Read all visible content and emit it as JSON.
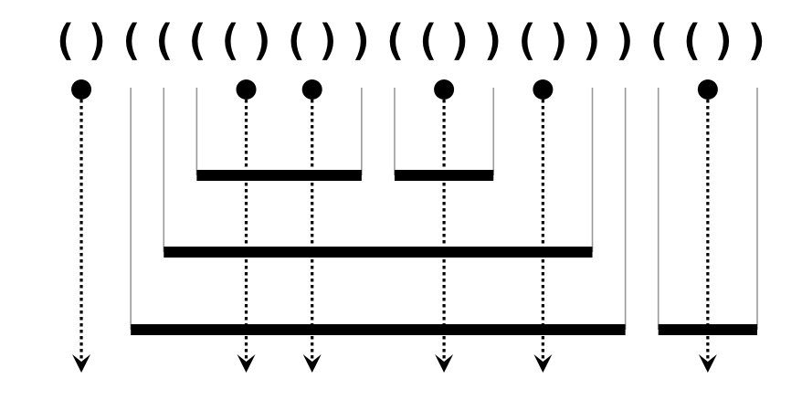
{
  "diagram": {
    "title": "",
    "sequence": [
      "(",
      ")",
      "(",
      "(",
      "(",
      "(",
      ")",
      "(",
      ")",
      ")",
      "(",
      "(",
      ")",
      ")",
      "(",
      ")",
      ")",
      ")",
      "(",
      "(",
      ")",
      ")"
    ],
    "singleton_pairs": [
      {
        "open_index": 0,
        "close_index": 1
      },
      {
        "open_index": 5,
        "close_index": 6
      },
      {
        "open_index": 7,
        "close_index": 8
      },
      {
        "open_index": 11,
        "close_index": 12
      },
      {
        "open_index": 14,
        "close_index": 15
      },
      {
        "open_index": 19,
        "close_index": 20
      }
    ],
    "enclosing_pairs": [
      {
        "open_index": 4,
        "close_index": 9,
        "depth_level": 1
      },
      {
        "open_index": 10,
        "close_index": 13,
        "depth_level": 1
      },
      {
        "open_index": 3,
        "close_index": 16,
        "depth_level": 2
      },
      {
        "open_index": 2,
        "close_index": 17,
        "depth_level": 3
      },
      {
        "open_index": 18,
        "close_index": 21,
        "depth_level": 3
      }
    ],
    "colors": {
      "ink": "#000000",
      "bracket_line": "#9a9a9a",
      "background": "#ffffff"
    }
  }
}
